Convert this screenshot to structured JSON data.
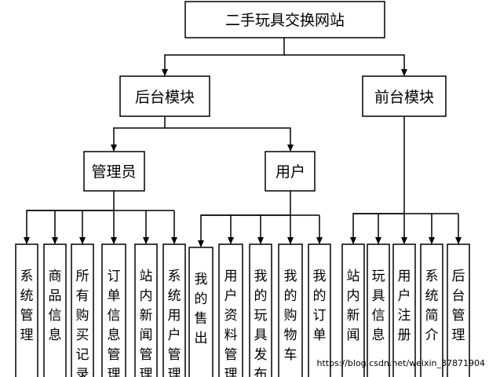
{
  "root": {
    "label": "二手玩具交换网站"
  },
  "modules": {
    "backend": {
      "label": "后台模块"
    },
    "frontend": {
      "label": "前台模块"
    }
  },
  "roles": {
    "admin": {
      "label": "管理员"
    },
    "user": {
      "label": "用户"
    }
  },
  "leaves": {
    "admin": [
      "系统管理",
      "商品信息",
      "所有购买记录",
      "订单信息管理",
      "站内新闻管理",
      "系统用户管理"
    ],
    "user": [
      "我的售出",
      "用户资料管理",
      "我的玩具发布",
      "我的购物车",
      "我的订单"
    ],
    "frontend": [
      "站内新闻",
      "玩具信息",
      "用户注册",
      "系统简介",
      "后台管理"
    ]
  },
  "watermark": "https://blog.csdn.net/weixin_37871904"
}
